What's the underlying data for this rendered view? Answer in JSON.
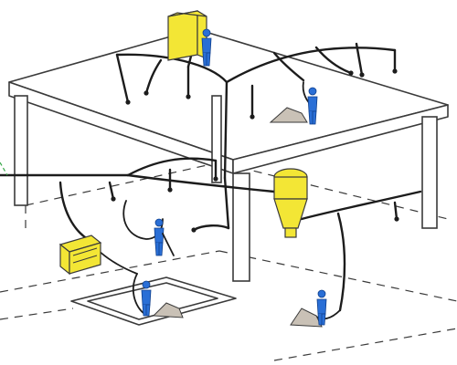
{
  "colors": {
    "equipment": "#f3e635",
    "workers": "#2a6fd6",
    "piping": "#1c1c1c",
    "structure": "#3a3a3a",
    "debris": "#c9c1b6",
    "background": "#ffffff"
  },
  "components": {
    "control_cabinet": "yellow-cabinet",
    "cyclone_separator": "yellow-cyclone",
    "vacuum_unit": "yellow-vacuum-unit",
    "workers": 5,
    "debris_piles": 3
  }
}
